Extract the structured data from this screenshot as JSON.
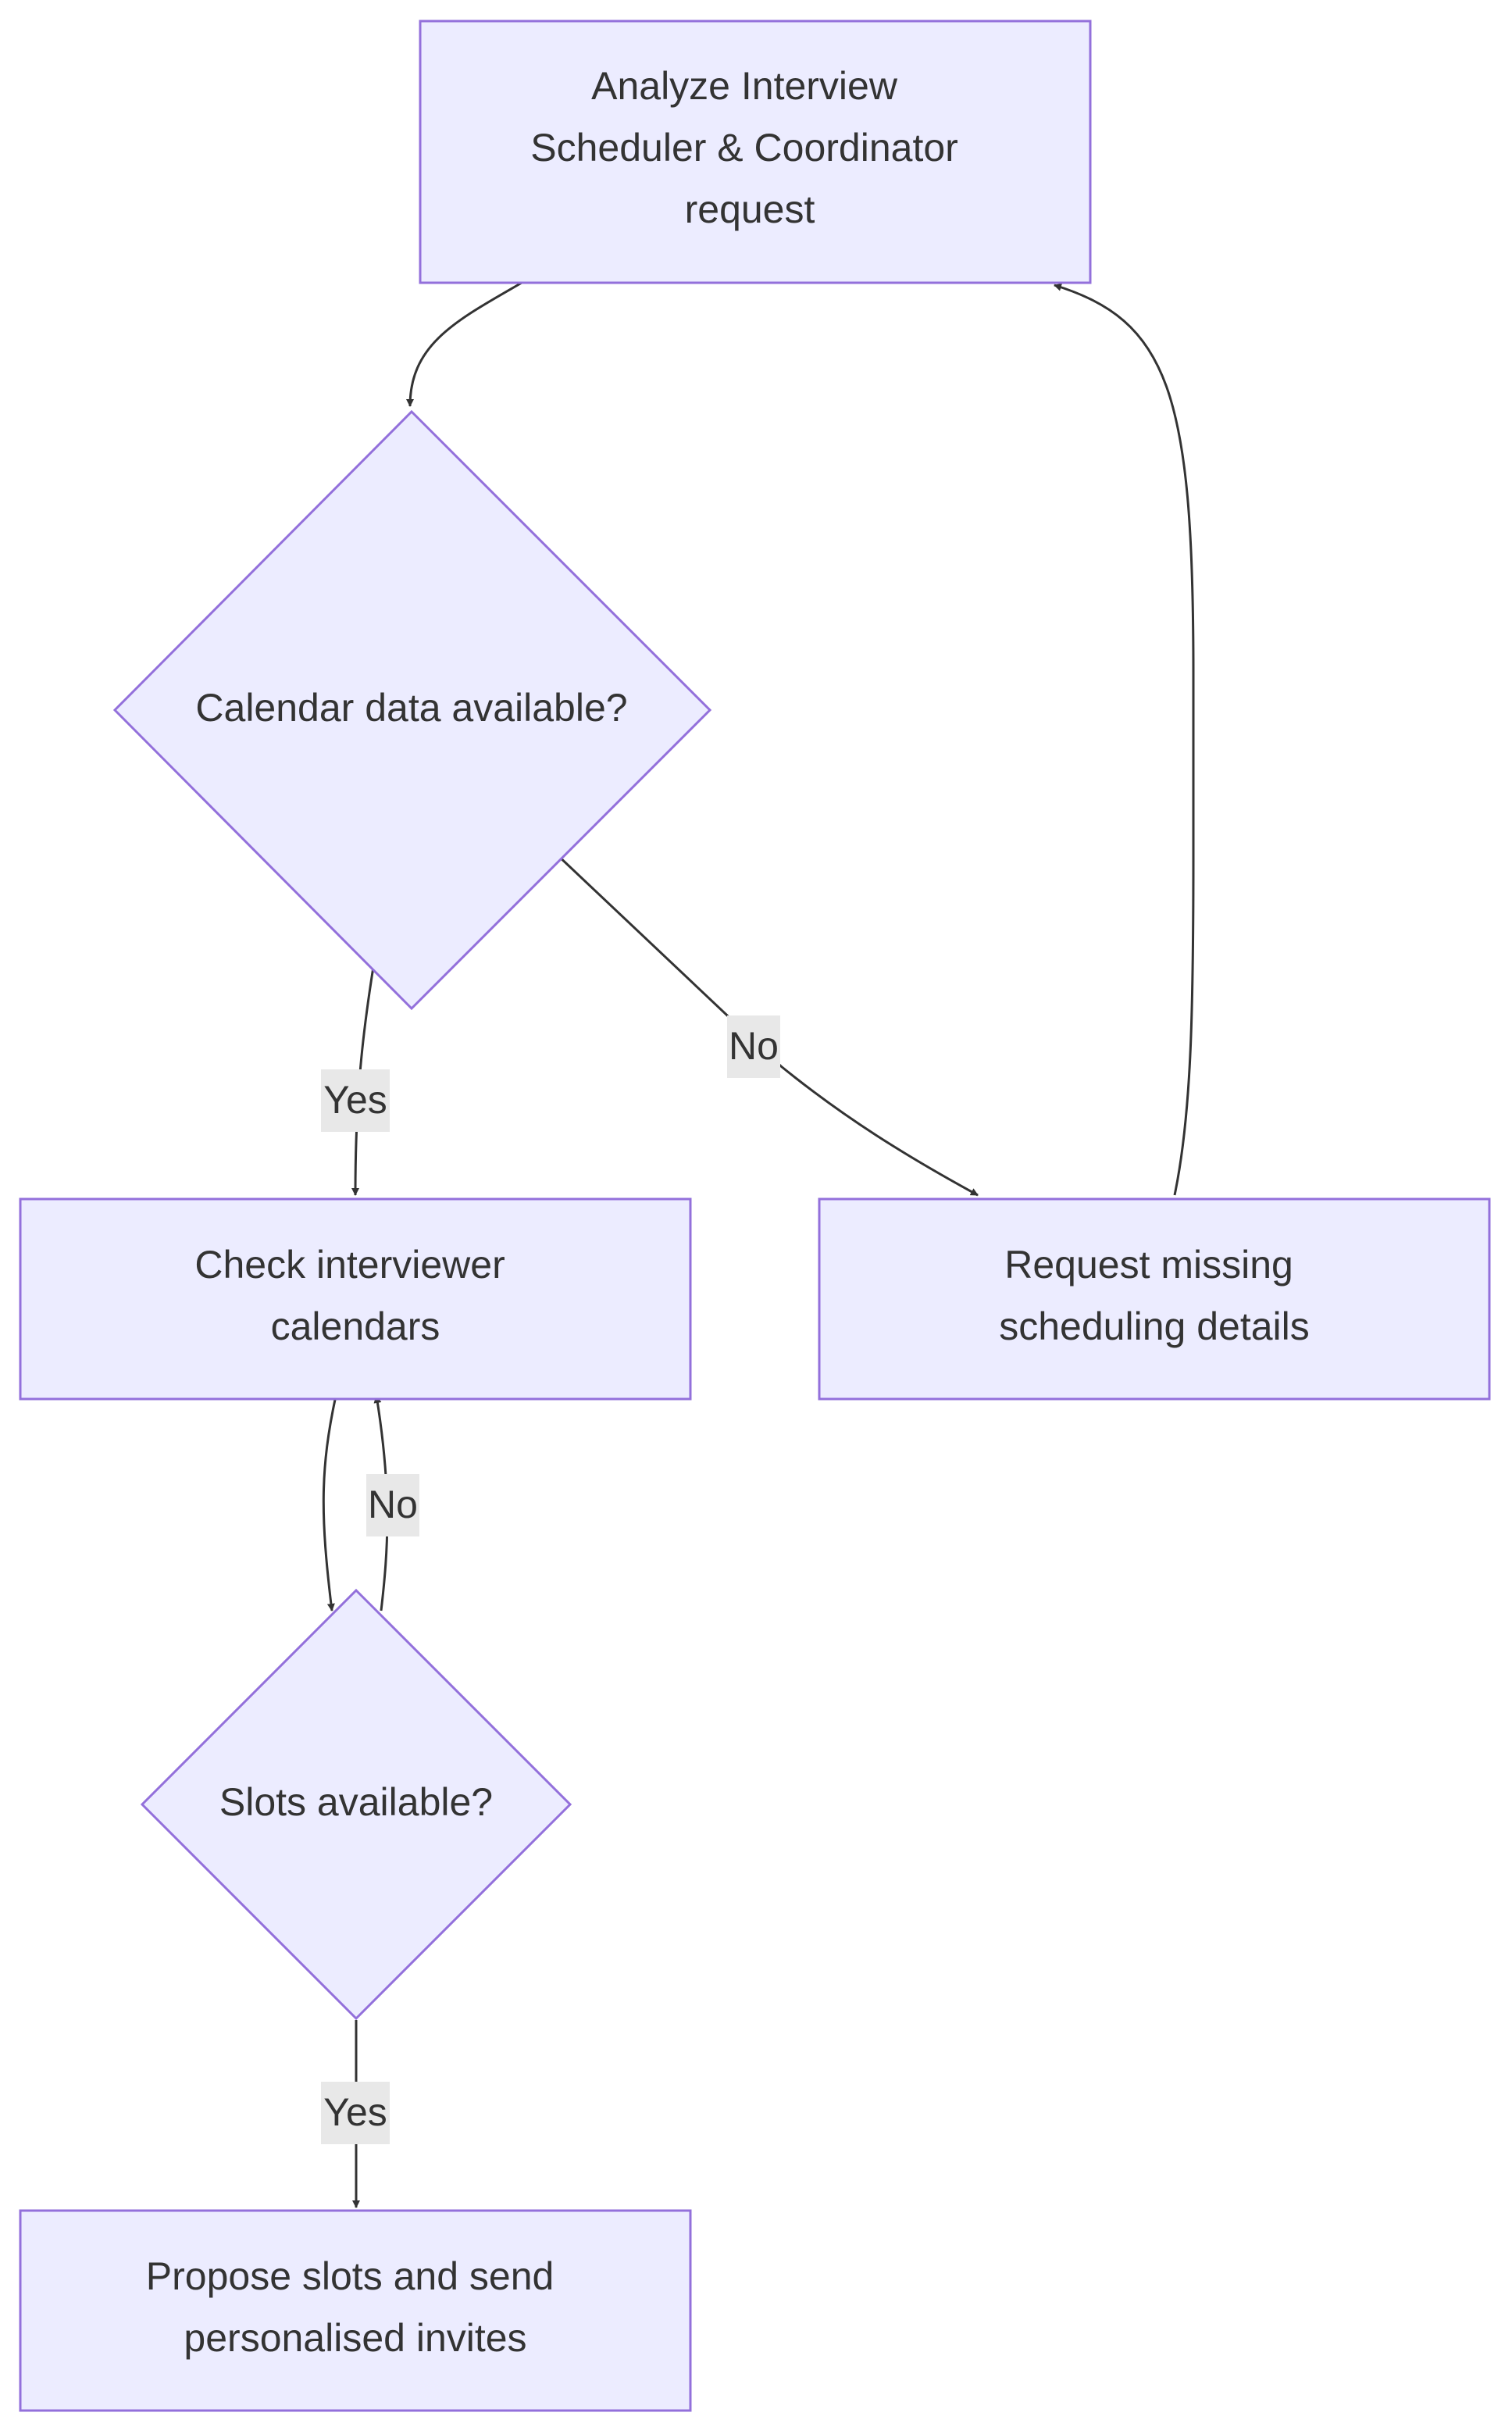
{
  "nodes": {
    "analyze": {
      "lines": [
        "Analyze Interview",
        "Scheduler & Coordinator",
        "request"
      ]
    },
    "calendar_check": {
      "lines": [
        "Calendar data available?"
      ]
    },
    "check_calendars": {
      "lines": [
        "Check interviewer",
        "calendars"
      ]
    },
    "request_details": {
      "lines": [
        "Request missing",
        "scheduling details"
      ]
    },
    "slots_check": {
      "lines": [
        "Slots available?"
      ]
    },
    "propose": {
      "lines": [
        "Propose slots and send",
        "personalised invites"
      ]
    }
  },
  "edges": {
    "calendar_yes": {
      "label": "Yes"
    },
    "calendar_no": {
      "label": "No"
    },
    "slots_no": {
      "label": "No"
    },
    "slots_yes": {
      "label": "Yes"
    }
  },
  "colors": {
    "node_fill": "#ECECFF",
    "node_stroke": "#9370DB",
    "edge": "#333333",
    "text": "#333333",
    "label_bg": "#E8E8E8"
  }
}
